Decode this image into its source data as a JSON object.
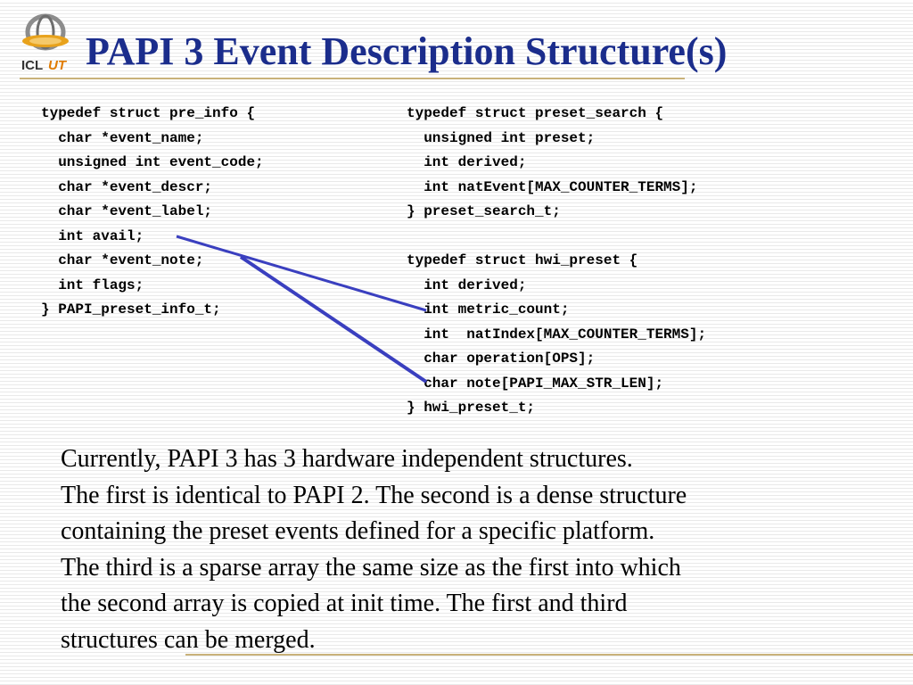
{
  "slide": {
    "title": "PAPI 3 Event Description Structure(s)",
    "logo_text": "ICL UT",
    "colors": {
      "title": "#1b2d8c",
      "connector": "#3a3fbf",
      "rule": "#c9b27a"
    }
  },
  "code_left": {
    "lines": [
      "typedef struct pre_info {",
      "  char *event_name;",
      "  unsigned int event_code;",
      "  char *event_descr;",
      "  char *event_label;",
      "  int avail;",
      "  char *event_note;",
      "  int flags;",
      "} PAPI_preset_info_t;"
    ]
  },
  "code_right": {
    "lines": [
      "typedef struct preset_search {",
      "  unsigned int preset;",
      "  int derived;",
      "  int natEvent[MAX_COUNTER_TERMS];",
      "} preset_search_t;",
      "",
      "typedef struct hwi_preset {",
      "  int derived;",
      "  int metric_count;",
      "  int  natIndex[MAX_COUNTER_TERMS];",
      "  char operation[OPS];",
      "  char note[PAPI_MAX_STR_LEN];",
      "} hwi_preset_t;"
    ]
  },
  "body_text": {
    "lines": [
      "Currently, PAPI 3 has 3 hardware independent structures.",
      "The first is identical to PAPI 2. The second is a dense structure",
      "containing the preset events defined for a specific platform.",
      "The third is a sparse array the same size as the first into which",
      "the second array is copied at init time. The first and third",
      "structures can be merged."
    ]
  }
}
